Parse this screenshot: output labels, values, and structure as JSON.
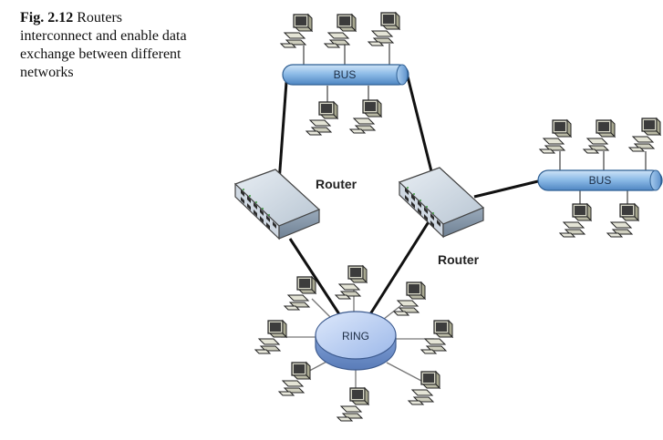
{
  "caption": {
    "fig_label": "Fig. 2.12",
    "text": " Routers interconnect and enable data exchange between different networks"
  },
  "diagram": {
    "bus_top_label": "BUS",
    "bus_right_label": "BUS",
    "router_left_label": "Router",
    "router_right_label": "Router",
    "ring_label": "RING",
    "icons": [
      "computer-icon",
      "router-icon",
      "bus-cable",
      "ring-hub"
    ],
    "colors": {
      "bus": "#6fa3d8",
      "ring": "#9db9e8",
      "router": "#c4cfda",
      "line": "#111111"
    }
  }
}
